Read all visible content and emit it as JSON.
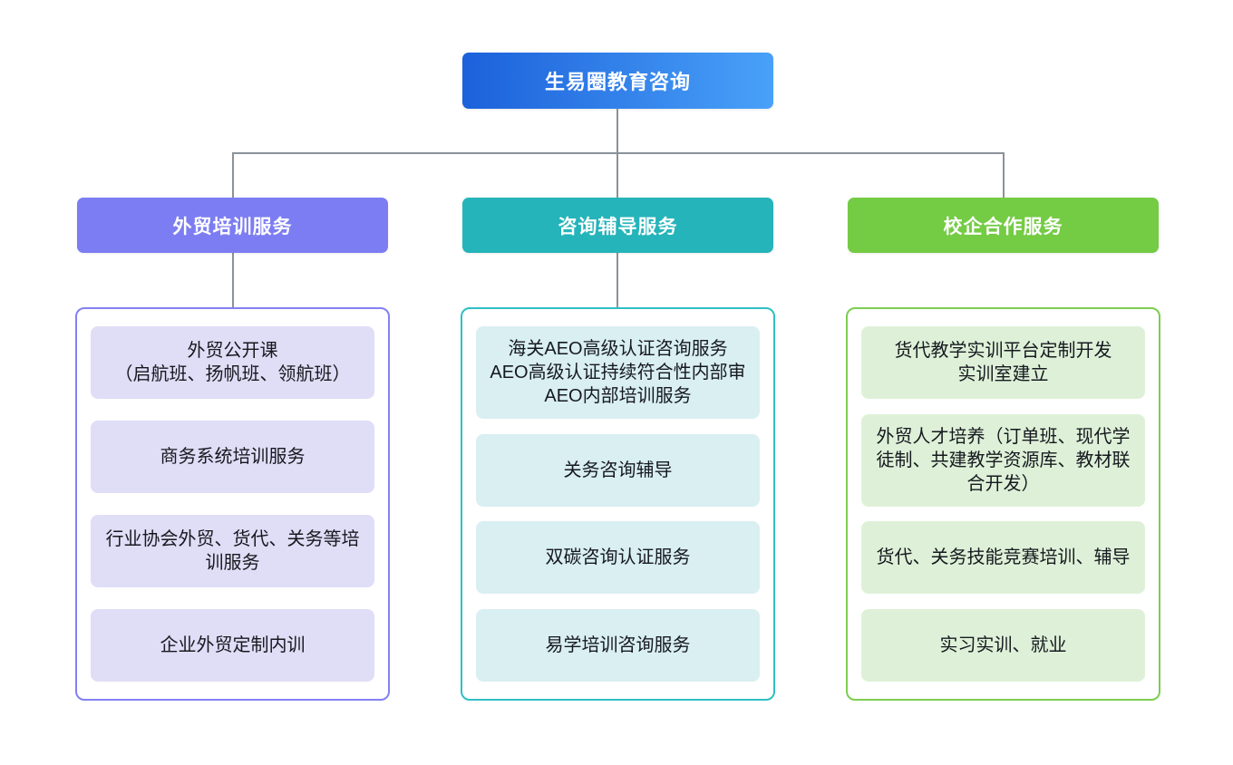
{
  "root": {
    "label": "生易圈教育咨询"
  },
  "columns": [
    {
      "header": "外贸培训服务",
      "theme": {
        "header_bg": "#7c7df2",
        "container_border": "#8381f2",
        "item_bg": "#e0ddf6"
      },
      "items": [
        {
          "lines": [
            "外贸公开课",
            "（启航班、扬帆班、领航班）"
          ]
        },
        {
          "lines": [
            "商务系统培训服务"
          ]
        },
        {
          "lines": [
            "行业协会外贸、货代、关务等培训服务"
          ]
        },
        {
          "lines": [
            "企业外贸定制内训"
          ]
        }
      ]
    },
    {
      "header": "咨询辅导服务",
      "theme": {
        "header_bg": "#25b4ba",
        "container_border": "#2fbfc4",
        "item_bg": "#d9eff2"
      },
      "items": [
        {
          "lines": [
            "海关AEO高级认证咨询服务",
            "AEO高级认证持续符合性内部审",
            "AEO内部培训服务"
          ]
        },
        {
          "lines": [
            "关务咨询辅导"
          ]
        },
        {
          "lines": [
            "双碳咨询认证服务"
          ]
        },
        {
          "lines": [
            "易学培训咨询服务"
          ]
        }
      ]
    },
    {
      "header": "校企合作服务",
      "theme": {
        "header_bg": "#74cb44",
        "container_border": "#7dcd50",
        "item_bg": "#def1d8"
      },
      "items": [
        {
          "lines": [
            "货代教学实训平台定制开发",
            "实训室建立"
          ]
        },
        {
          "lines": [
            "外贸人才培养（订单班、现代学徒制、共建教学资源库、教材联合开发）"
          ]
        },
        {
          "lines": [
            "货代、关务技能竞赛培训、辅导"
          ]
        },
        {
          "lines": [
            "实习实训、就业"
          ]
        }
      ]
    }
  ],
  "colors": {
    "root_gradient_start": "#1c61db",
    "root_gradient_end": "#49a1f8",
    "connector": "#8b9299",
    "header_text": "#ffffff",
    "item_text": "#16191f",
    "background": "#ffffff"
  }
}
